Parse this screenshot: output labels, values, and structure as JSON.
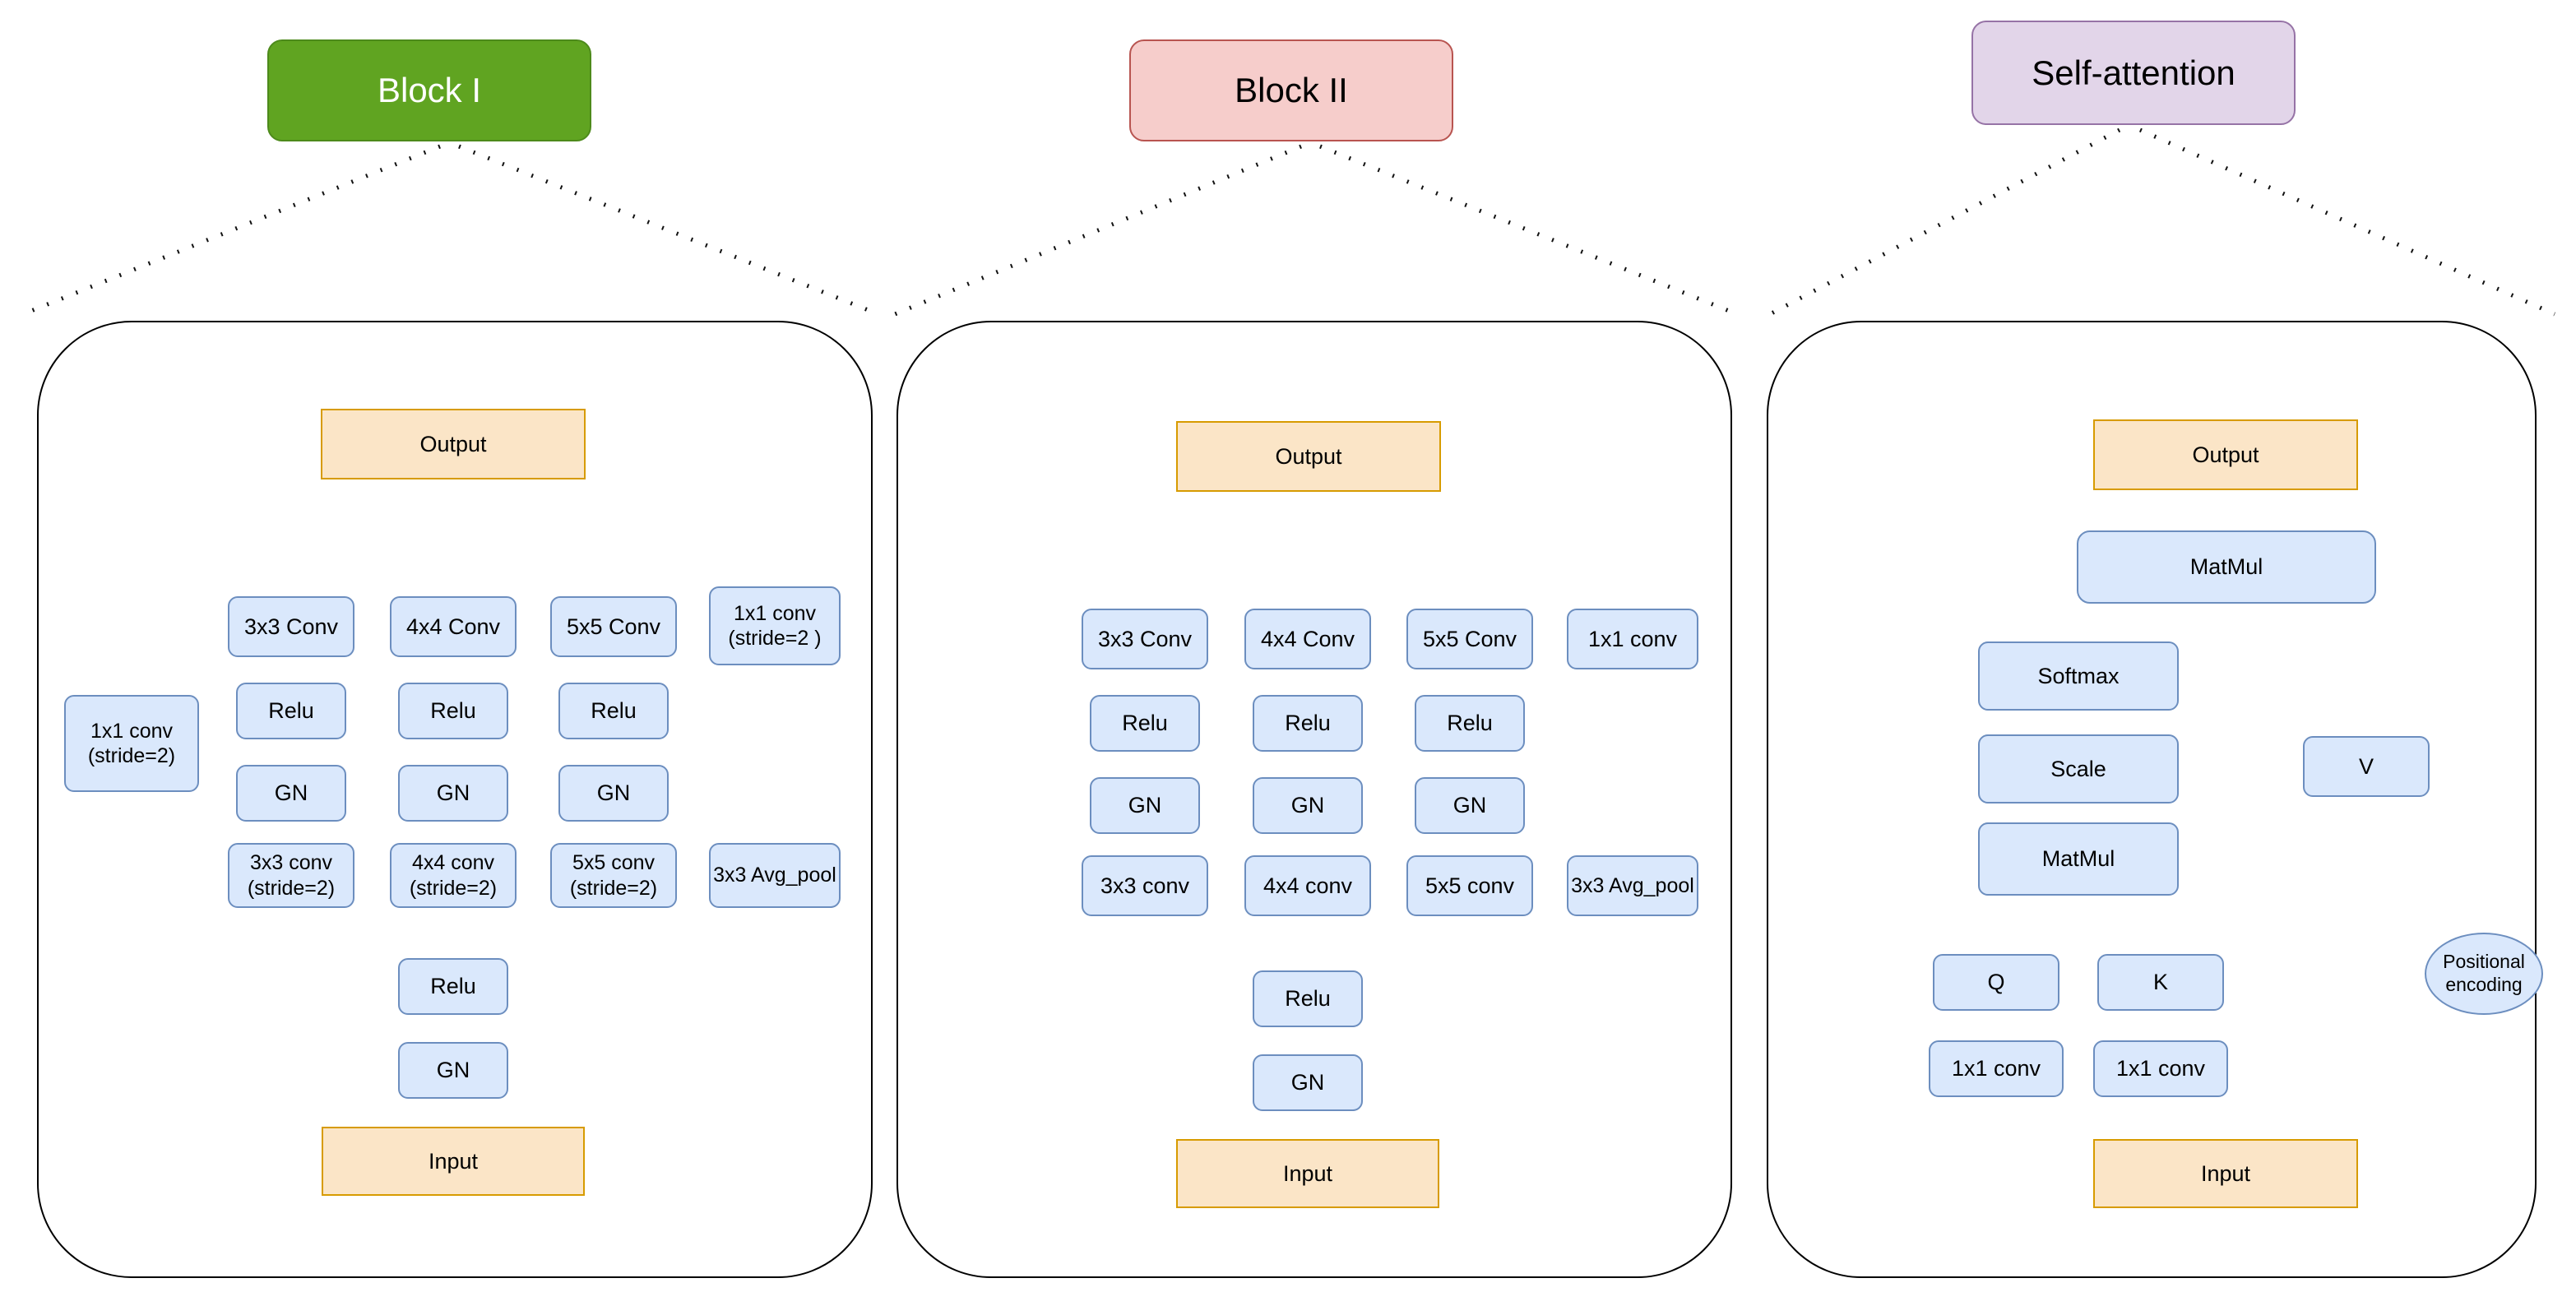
{
  "titles": {
    "block1": "Block I",
    "block2": "Block II",
    "attention": "Self-attention"
  },
  "block1": {
    "output": "Output",
    "conv1_top": "3x3 Conv",
    "conv2_top": "4x4 Conv",
    "conv3_top": "5x5 Conv",
    "conv4_top": "1x1 conv\n(stride=2 )",
    "relu1": "Relu",
    "relu2": "Relu",
    "relu3": "Relu",
    "gn1": "GN",
    "gn2": "GN",
    "gn3": "GN",
    "conv1_bottom": "3x3 conv\n(stride=2)",
    "conv2_bottom": "4x4 conv\n(stride=2)",
    "conv3_bottom": "5x5 conv\n(stride=2)",
    "avg_pool": "3x3 Avg_pool",
    "skip_conv": "1x1 conv\n(stride=2)",
    "relu_in": "Relu",
    "gn_in": "GN",
    "input": "Input"
  },
  "block2": {
    "output": "Output",
    "conv1_top": "3x3 Conv",
    "conv2_top": "4x4 Conv",
    "conv3_top": "5x5 Conv",
    "conv4_top": "1x1 conv",
    "relu1": "Relu",
    "relu2": "Relu",
    "relu3": "Relu",
    "gn1": "GN",
    "gn2": "GN",
    "gn3": "GN",
    "conv1_bottom": "3x3 conv",
    "conv2_bottom": "4x4 conv",
    "conv3_bottom": "5x5 conv",
    "avg_pool": "3x3 Avg_pool",
    "relu_in": "Relu",
    "gn_in": "GN",
    "input": "Input"
  },
  "attention": {
    "output": "Output",
    "matmul_top": "MatMul",
    "softmax": "Softmax",
    "scale": "Scale",
    "matmul_bottom": "MatMul",
    "q": "Q",
    "k": "K",
    "v": "V",
    "conv_q": "1x1 conv",
    "conv_k": "1x1 conv",
    "pos_enc": "Positional\nencoding",
    "input": "Input"
  },
  "colors": {
    "block1_fill": "#60a421",
    "block2_fill": "#f6cdcb",
    "attention_fill": "#e2d5e9",
    "node_fill": "#dae8fc",
    "node_border": "#6c8ebf",
    "io_fill": "#fbe5c7",
    "io_border": "#d79b00",
    "wire": "#7790c0"
  }
}
